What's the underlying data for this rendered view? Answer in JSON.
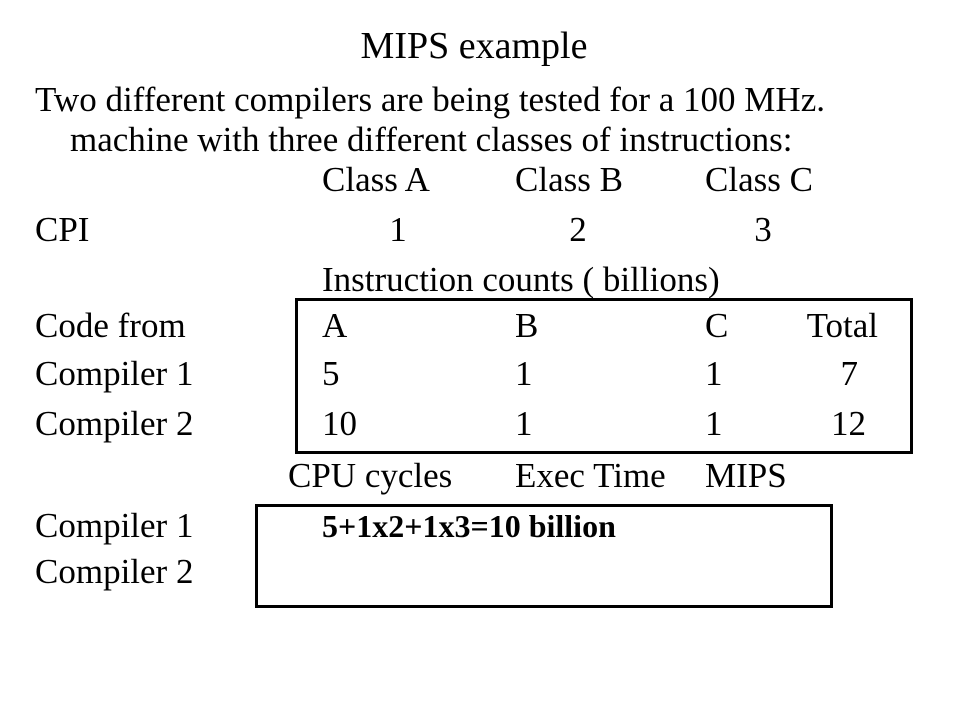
{
  "title": "MIPS example",
  "intro_line1": "Two different compilers are being tested for a 100 MHz.",
  "intro_line2": "machine with three different classes of instructions:",
  "class_headers": [
    "Class A",
    "Class B",
    "Class C"
  ],
  "cpi": {
    "label": "CPI",
    "values": [
      "1",
      "2",
      "3"
    ]
  },
  "instruction_counts_title": "Instruction counts ( billions)",
  "counts_table": {
    "headers": [
      "Code from",
      "A",
      "B",
      "C",
      "Total"
    ],
    "rows": [
      [
        "Compiler 1",
        "5",
        "1",
        "1",
        "7"
      ],
      [
        "Compiler 2",
        "10",
        "1",
        "1",
        "12"
      ]
    ]
  },
  "perf_headers": [
    "CPU cycles",
    "Exec Time",
    "MIPS"
  ],
  "perf_rows": [
    {
      "label": "Compiler 1",
      "cpu_cycles": "5+1x2+1x3=10 billion"
    },
    {
      "label": "Compiler 2",
      "cpu_cycles": ""
    }
  ]
}
